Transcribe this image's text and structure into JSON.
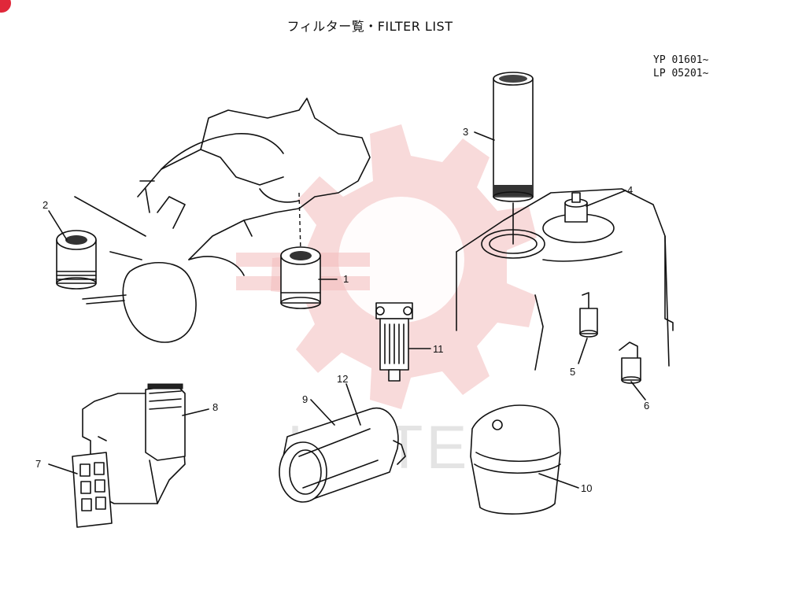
{
  "title": "フィルター覧・FILTER LIST",
  "serial": {
    "line1": "YP 01601~",
    "line2": "LP 05201~"
  },
  "watermark": {
    "text": "LIFTEX",
    "color": "#e8a0a0"
  },
  "accent_color": "#e0283a",
  "callouts": {
    "c1": "1",
    "c2": "2",
    "c3": "3",
    "c4": "4",
    "c5": "5",
    "c6": "6",
    "c7": "7",
    "c8": "8",
    "c9": "9",
    "c10": "10",
    "c11": "11",
    "c12": "12"
  }
}
